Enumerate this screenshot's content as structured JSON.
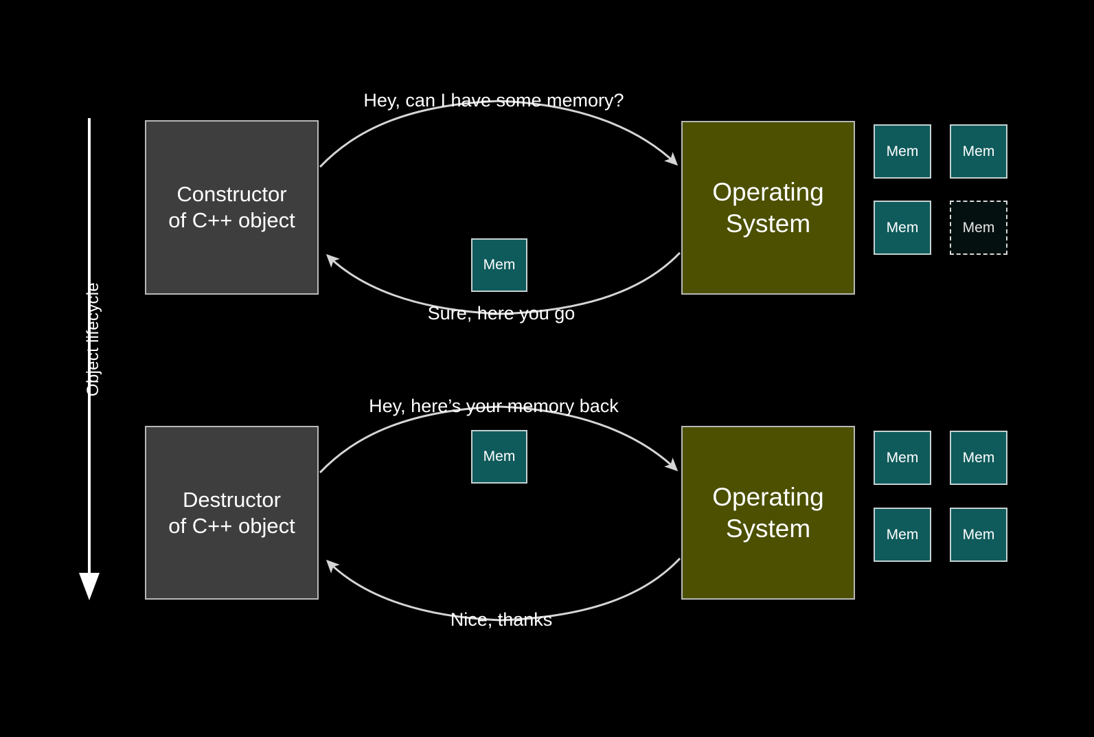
{
  "slide": {
    "background_color": "#000000",
    "axis": {
      "label": "Object lifecycle",
      "direction": "downward",
      "color": "#ffffff"
    },
    "colors": {
      "object_box": "#3e3e3e",
      "os_box": "#4c5000",
      "memory_block": "#0f5a5b",
      "memory_block_empty": "#04100f",
      "border": "#b9b9b9",
      "text": "#ffffff",
      "arrow": "#d5d5d5"
    },
    "phases": [
      {
        "name": "construction",
        "actor_label": "Constructor\nof C++ object",
        "actor_line1": "Constructor",
        "actor_line2": "of C++ object",
        "os_line1": "Operating",
        "os_line2": "System",
        "request_message": "Hey, can I have some memory?",
        "response_message": "Sure, here you go",
        "transit_block_label": "Mem",
        "memory_pool": [
          {
            "label": "Mem",
            "state": "allocated"
          },
          {
            "label": "Mem",
            "state": "allocated"
          },
          {
            "label": "Mem",
            "state": "allocated"
          },
          {
            "label": "Mem",
            "state": "free"
          }
        ]
      },
      {
        "name": "destruction",
        "actor_label": "Destructor\nof C++ object",
        "actor_line1": "Destructor",
        "actor_line2": "of C++ object",
        "os_line1": "Operating",
        "os_line2": "System",
        "request_message": "Hey, here’s your memory back",
        "response_message": "Nice, thanks",
        "transit_block_label": "Mem",
        "memory_pool": [
          {
            "label": "Mem",
            "state": "allocated"
          },
          {
            "label": "Mem",
            "state": "allocated"
          },
          {
            "label": "Mem",
            "state": "allocated"
          },
          {
            "label": "Mem",
            "state": "allocated"
          }
        ]
      }
    ]
  }
}
